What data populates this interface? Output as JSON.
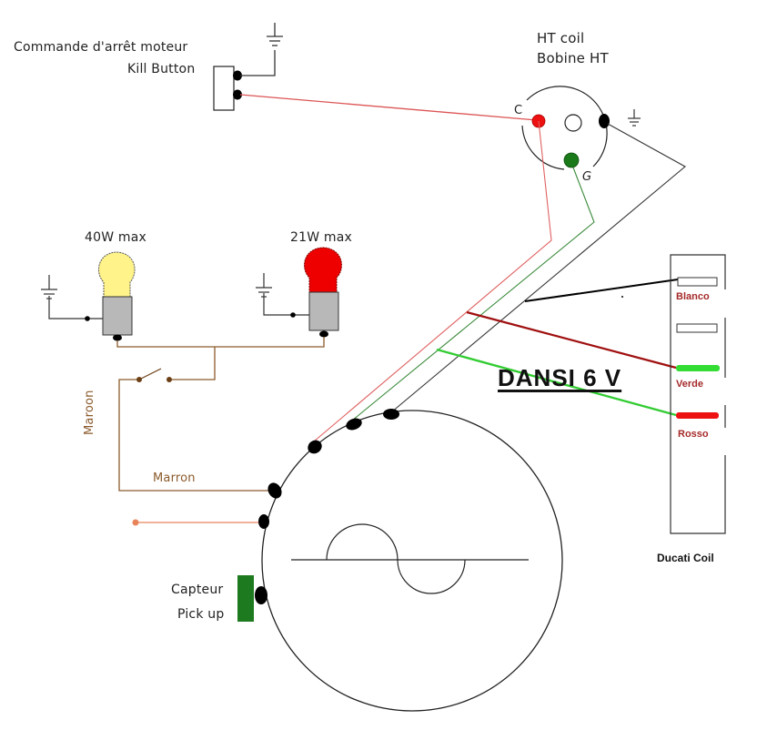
{
  "diagram": {
    "title": "DANSI 6 V",
    "colors": {
      "red_wire": "#e06060",
      "green_wire": "#3a8a3a",
      "black_wire": "#333333",
      "brown_wire": "#8b5a2b",
      "orange_wire": "#e8845a",
      "bright_red": "#a01010",
      "bright_green": "#33cc33",
      "yellow_bulb": "#fff38a",
      "red_bulb": "#ee0000",
      "bulb_base": "#b8b8b8",
      "pickup_green": "#1e7a1e"
    },
    "kill_button": {
      "label_fr": "Commande d'arrêt moteur",
      "label_en": "Kill Button"
    },
    "ht_coil": {
      "label_en": "HT coil",
      "label_fr": "Bobine HT",
      "terminal_c": "C",
      "terminal_g": "G"
    },
    "bulbs": [
      {
        "label": "40W max",
        "color": "yellow"
      },
      {
        "label": "21W max",
        "color": "red"
      }
    ],
    "wire_labels": {
      "maroon_vertical": "Maroon",
      "marron_horizontal": "Marron"
    },
    "pickup": {
      "label_fr": "Capteur",
      "label_en": "Pick up"
    },
    "ducati_coil": {
      "title": "Ducati Coil",
      "terminals": [
        "Blanco",
        "Verde",
        "Rosso"
      ]
    }
  }
}
